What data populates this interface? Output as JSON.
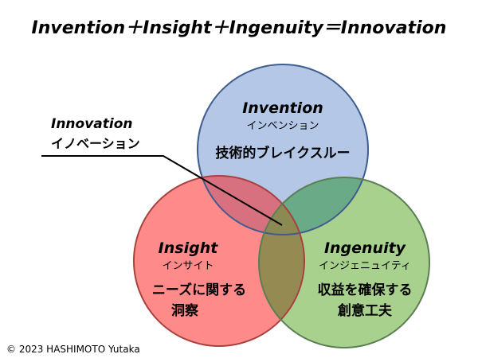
{
  "title": "Invention＋Insight＋Ingenuity＝Innovation",
  "circles": {
    "invention": {
      "name": "Invention",
      "kana": "インベンション",
      "description": "技術的ブレイクスルー",
      "color": "#b4c7e7",
      "stroke": "#3f5d8f"
    },
    "insight": {
      "name": "Insight",
      "kana": "インサイト",
      "description_line1": "ニーズに関する",
      "description_line2": "洞察",
      "color": "#ff8a8a",
      "stroke": "#a9413f"
    },
    "ingenuity": {
      "name": "Ingenuity",
      "kana": "インジェニュイティ",
      "description_line1": "収益を確保する",
      "description_line2": "創意工夫",
      "color": "#a9d18e",
      "stroke": "#5a7f52"
    }
  },
  "overlaps": {
    "invention_insight": "#d8717f",
    "invention_ingenuity": "#6aaa86",
    "insight_ingenuity": "#948a52",
    "center": "#8a8a52"
  },
  "callout": {
    "name": "Innovation",
    "kana": "イノベーション"
  },
  "copyright": "© 2023 HASHIMOTO Yutaka"
}
